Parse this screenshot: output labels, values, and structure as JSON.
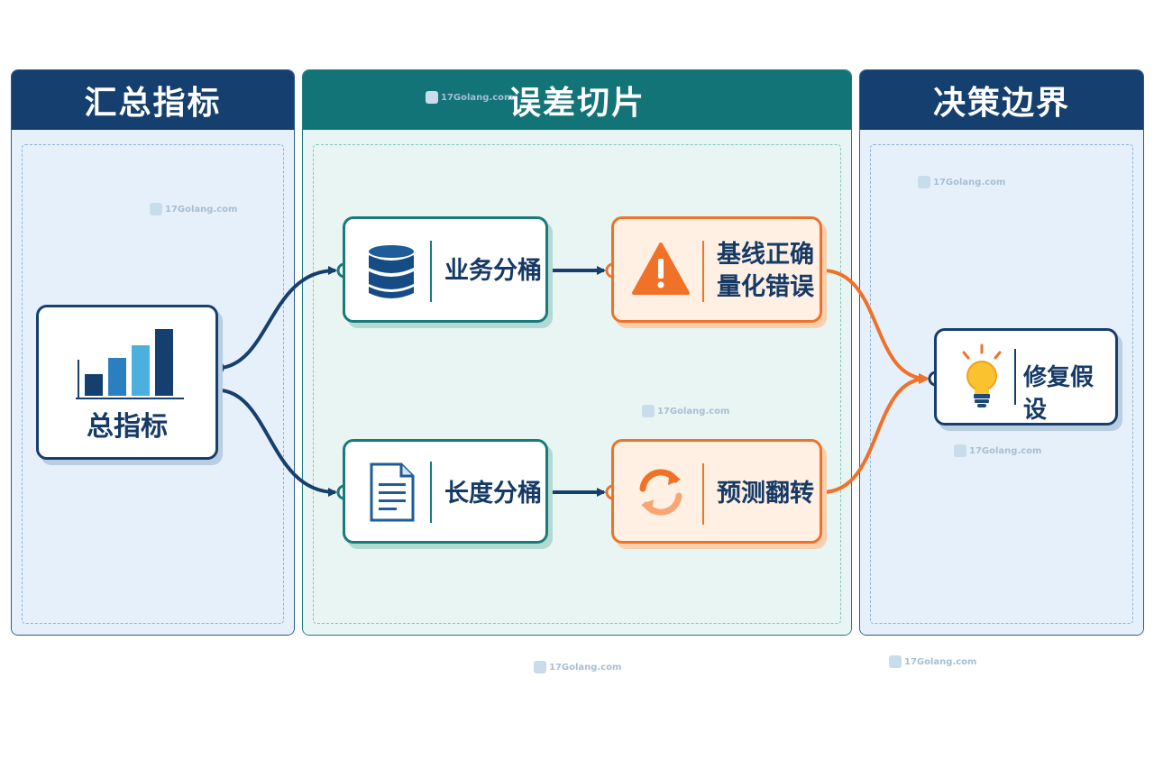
{
  "lanes": {
    "summary": {
      "title": "汇总指标"
    },
    "error_slices": {
      "title": "误差切片"
    },
    "decision": {
      "title": "决策边界"
    }
  },
  "nodes": {
    "overall_metric": {
      "label": "总指标",
      "icon": "bar-chart-icon"
    },
    "business_bucket": {
      "label": "业务分桶",
      "icon": "database-icon"
    },
    "length_bucket": {
      "label": "长度分桶",
      "icon": "document-icon"
    },
    "baseline_error": {
      "label_line1": "基线正确",
      "label_line2": "量化错误",
      "icon": "warning-icon"
    },
    "prediction_flip": {
      "label": "预测翻转",
      "icon": "refresh-icon"
    },
    "fix_hypothesis": {
      "label": "修复假设",
      "icon": "lightbulb-icon"
    }
  },
  "edges": [
    {
      "from": "overall_metric",
      "to": "business_bucket"
    },
    {
      "from": "overall_metric",
      "to": "length_bucket"
    },
    {
      "from": "business_bucket",
      "to": "baseline_error"
    },
    {
      "from": "length_bucket",
      "to": "prediction_flip"
    },
    {
      "from": "baseline_error",
      "to": "fix_hypothesis"
    },
    {
      "from": "prediction_flip",
      "to": "fix_hypothesis"
    }
  ],
  "watermark": {
    "text": "17Golang.com"
  },
  "colors": {
    "navy": "#143f6e",
    "teal": "#137477",
    "orange": "#f07128",
    "summary_bg": "#e6f0fa",
    "slice_bg": "#e8f5f2"
  }
}
